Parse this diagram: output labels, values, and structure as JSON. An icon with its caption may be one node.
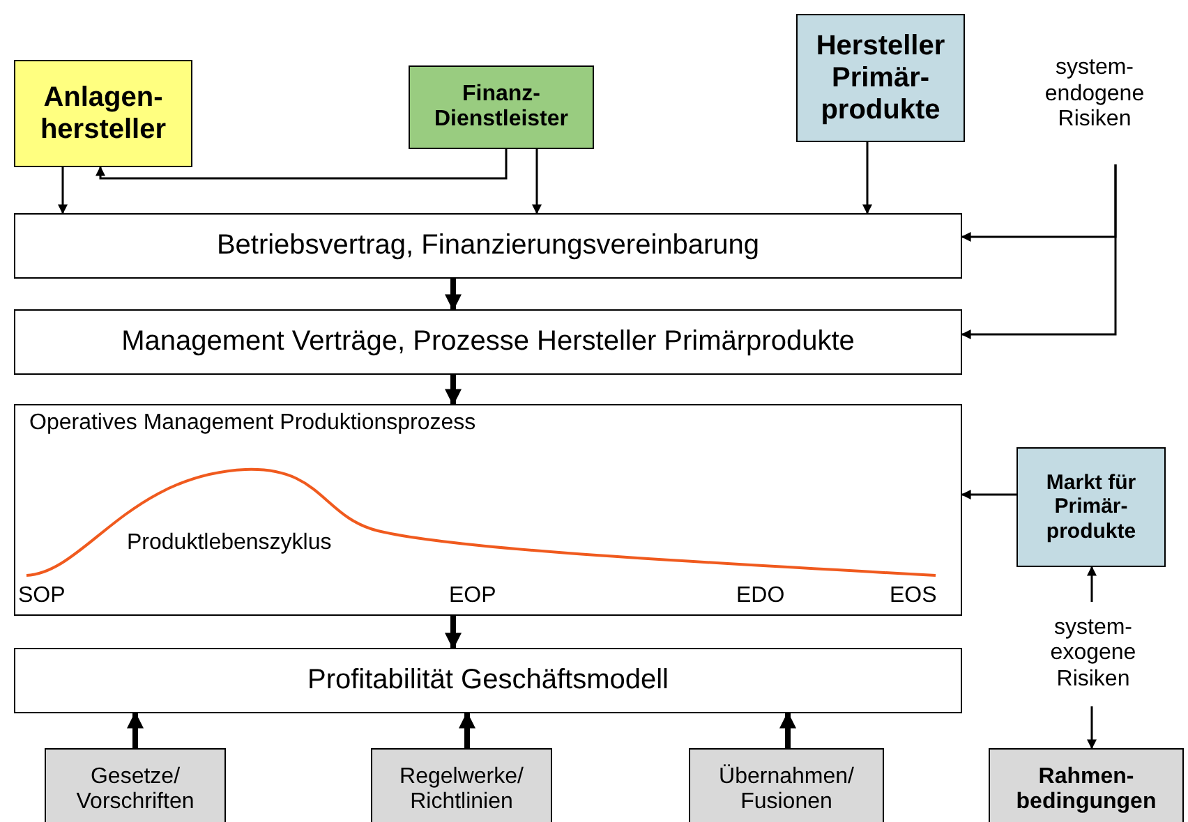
{
  "diagram": {
    "nodes": [
      {
        "text": [
          "Anlagen- hersteller"
        ]
      },
      {
        "text": [
          "Finanz- Dienstleister"
        ]
      },
      {
        "text": [
          "Hersteller Primär- produkte"
        ]
      },
      {
        "text": [
          "system- endogene Risiken"
        ]
      },
      {
        "text": [
          "Betriebsvertrag, Finanzierungsvereinbarung"
        ]
      },
      {
        "text": [
          "Management Verträge, Prozesse Hersteller Primärprodukte"
        ]
      },
      {
        "text": [
          "Operatives Management Produktionsprozess"
        ]
      },
      {
        "text": [
          "Markt für Primär- produkte"
        ]
      },
      {
        "text": [
          "system- exogene Risiken"
        ]
      },
      {
        "text": [
          "Profitabilität Geschäftsmodell"
        ]
      },
      {
        "text": [
          "Gesetze/ Vorschriften"
        ]
      },
      {
        "text": [
          "Regelwerke/ Richtlinien"
        ]
      },
      {
        "text": [
          "Übernahmen/ Fusionen"
        ]
      },
      {
        "text": [
          "Rahmen- bedingungen"
        ]
      }
    ],
    "edges": [
      {
        "from": 0,
        "to": 4,
        "arrow": "to"
      },
      {
        "from": 1,
        "to": 0,
        "arrow": "to"
      },
      {
        "from": 1,
        "to": 4,
        "arrow": "to"
      },
      {
        "from": 2,
        "to": 4,
        "arrow": "to"
      },
      {
        "from": 3,
        "to": 4,
        "arrow": "to"
      },
      {
        "from": 3,
        "to": 5,
        "arrow": "to"
      },
      {
        "from": 4,
        "to": 5,
        "arrow": "to",
        "style": "thick"
      },
      {
        "from": 5,
        "to": 6,
        "arrow": "to",
        "style": "thick"
      },
      {
        "from": 6,
        "to": 9,
        "arrow": "to",
        "style": "thick"
      },
      {
        "from": 7,
        "to": 6,
        "arrow": "to"
      },
      {
        "from": 8,
        "to": 7,
        "arrow": "to"
      },
      {
        "from": 8,
        "to": 13,
        "arrow": "to"
      },
      {
        "from": 10,
        "to": 9,
        "arrow": "to",
        "style": "thick"
      },
      {
        "from": 11,
        "to": 9,
        "arrow": "to",
        "style": "thick"
      },
      {
        "from": 12,
        "to": 9,
        "arrow": "to",
        "style": "thick"
      }
    ],
    "labels": [
      "Produktlebenszyklus",
      "SOP",
      "EOP",
      "EDO",
      "EOS"
    ]
  }
}
